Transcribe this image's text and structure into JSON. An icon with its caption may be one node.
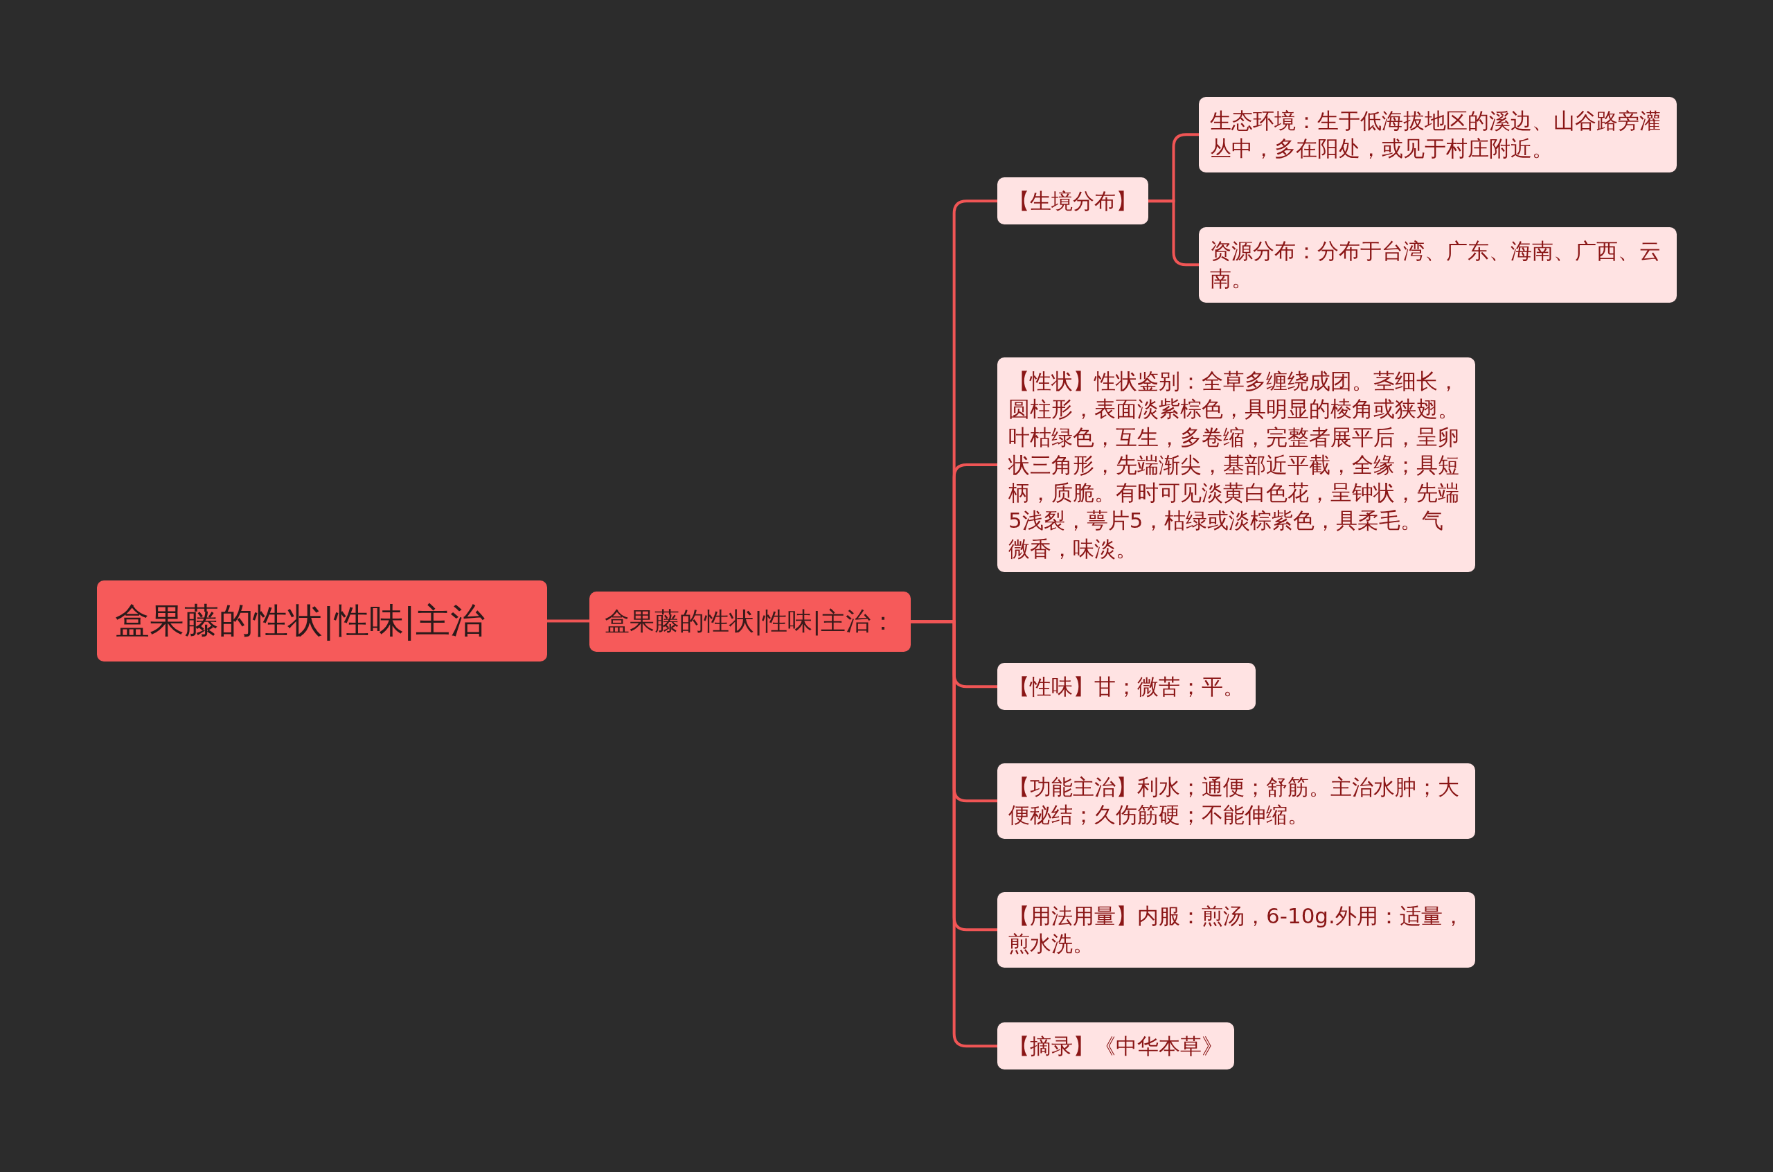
{
  "diagram": {
    "nodes": [
      {
        "text": [
          "盒果藤的性状|性味|主治"
        ]
      },
      {
        "text": [
          "盒果藤的性状|性味|主治："
        ]
      },
      {
        "text": [
          "【生境分布】"
        ]
      },
      {
        "text": [
          "生态环境：生于低海拔地区的溪边、山谷路旁灌丛中，多在阳处，或见于村庄附近。"
        ]
      },
      {
        "text": [
          "资源分布：分布于台湾、广东、海南、广西、云南。"
        ]
      },
      {
        "text": [
          "【性状】性状鉴别：全草多缠绕成团。茎细长，圆柱形，表面淡紫棕色，具明显的棱角或狭翅。叶枯绿色，互生，多卷缩，完整者展平后，呈卵状三角形，先端渐尖，基部近平截，全缘；具短柄，质脆。有时可见淡黄白色花，呈钟状，先端5浅裂，萼片5，枯绿或淡棕紫色，具柔毛。气微香，味淡。"
        ]
      },
      {
        "text": [
          "【性味】甘；微苦；平。"
        ]
      },
      {
        "text": [
          "【功能主治】利水；通便；舒筋。主治水肿；大便秘结；久伤筋硬；不能伸缩。"
        ]
      },
      {
        "text": [
          "【用法用量】内服：煎汤，6-10g.外用：适量，煎水洗。"
        ]
      },
      {
        "text": [
          "【摘录】《中华本草》"
        ]
      }
    ],
    "edges": [
      {
        "from": 0,
        "to": 1,
        "arrow": "none"
      },
      {
        "from": 1,
        "to": 2,
        "arrow": "none"
      },
      {
        "from": 2,
        "to": 3,
        "arrow": "none"
      },
      {
        "from": 2,
        "to": 4,
        "arrow": "none"
      },
      {
        "from": 1,
        "to": 5,
        "arrow": "none"
      },
      {
        "from": 1,
        "to": 6,
        "arrow": "none"
      },
      {
        "from": 1,
        "to": 7,
        "arrow": "none"
      },
      {
        "from": 1,
        "to": 8,
        "arrow": "none"
      },
      {
        "from": 1,
        "to": 9,
        "arrow": "none"
      }
    ]
  }
}
